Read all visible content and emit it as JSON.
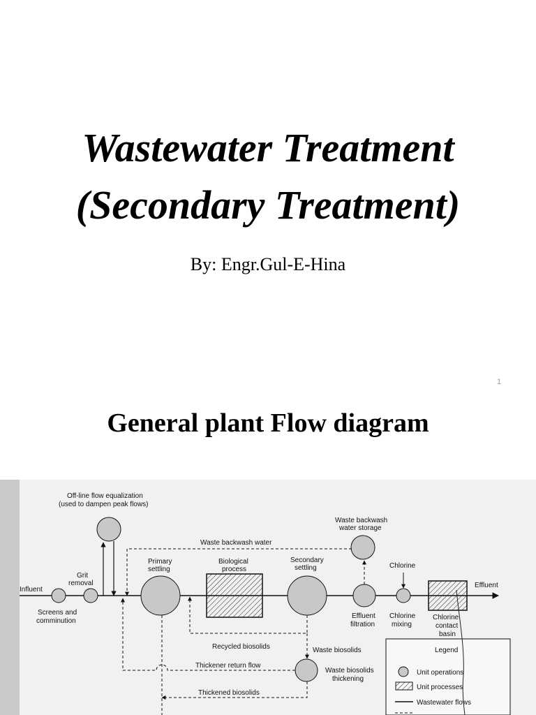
{
  "slide1": {
    "title_line1": "Wastewater Treatment",
    "title_line2": "(Secondary Treatment)",
    "byline": "By: Engr.Gul-E-Hina",
    "page_number": "1"
  },
  "slide2": {
    "title": "General plant Flow diagram"
  },
  "diagram": {
    "influent": "Influent",
    "effluent": "Effluent",
    "grit_1": "Grit",
    "grit_2": "removal",
    "screens_1": "Screens and",
    "screens_2": "comminution",
    "offline_1": "Off-line flow equalization",
    "offline_2": "(used to dampen peak flows)",
    "primary_1": "Primary",
    "primary_2": "settling",
    "bio_1": "Biological",
    "bio_2": "process",
    "secondary_1": "Secondary",
    "secondary_2": "settling",
    "wbw_storage_1": "Waste backwash",
    "wbw_storage_2": "water storage",
    "waste_backwash_water": "Waste backwash water",
    "chlorine": "Chlorine",
    "effluent_filt_1": "Effluent",
    "effluent_filt_2": "filtration",
    "chlorine_mixing_1": "Chlorine",
    "chlorine_mixing_2": "mixing",
    "contact_1": "Chlorine",
    "contact_2": "contact",
    "contact_3": "basin",
    "recycled_biosolids": "Recycled biosolids",
    "waste_biosolids": "Waste biosolids",
    "thickener_return": "Thickener return flow",
    "wbt_1": "Waste biosolids",
    "wbt_2": "thickening",
    "thickened_biosolids": "Thickened biosolids",
    "legend": {
      "title": "Legend",
      "unit_operations": "Unit operations",
      "unit_processes": "Unit processes",
      "wastewater_flows": "Wastewater flows"
    }
  }
}
